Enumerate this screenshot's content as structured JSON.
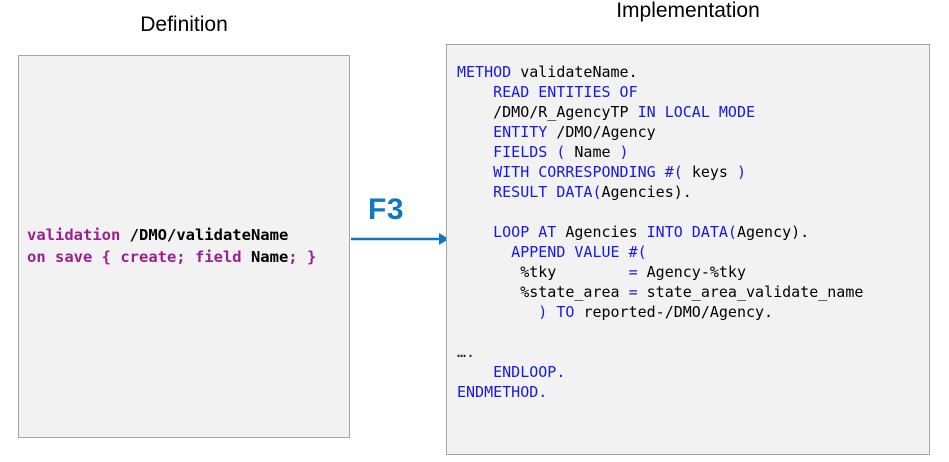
{
  "diagram": {
    "left_panel": {
      "title": "Definition",
      "code_lines": [
        [
          {
            "t": "validation ",
            "c": "purple"
          },
          {
            "t": "/DMO/validateName",
            "c": "black"
          }
        ],
        [
          {
            "t": "on save { create; field ",
            "c": "purple"
          },
          {
            "t": "Name",
            "c": "black"
          },
          {
            "t": "; }",
            "c": "purple"
          }
        ]
      ],
      "plain_text": "validation /DMO/validateName\non save { create; field Name; }"
    },
    "right_panel": {
      "title": "Implementation",
      "code_lines": [
        [
          {
            "t": "METHOD ",
            "c": "blue"
          },
          {
            "t": "validateName.",
            "c": "black"
          }
        ],
        [
          {
            "t": "    READ ENTITIES OF",
            "c": "blue"
          }
        ],
        [
          {
            "t": "    ",
            "c": "blue"
          },
          {
            "t": "/DMO/R_AgencyTP ",
            "c": "black"
          },
          {
            "t": "IN LOCAL MODE",
            "c": "blue"
          }
        ],
        [
          {
            "t": "    ENTITY ",
            "c": "blue"
          },
          {
            "t": "/DMO/Agency",
            "c": "black"
          }
        ],
        [
          {
            "t": "    FIELDS ( ",
            "c": "blue"
          },
          {
            "t": "Name",
            "c": "black"
          },
          {
            "t": " )",
            "c": "blue"
          }
        ],
        [
          {
            "t": "    WITH CORRESPONDING #( ",
            "c": "blue"
          },
          {
            "t": "keys",
            "c": "black"
          },
          {
            "t": " )",
            "c": "blue"
          }
        ],
        [
          {
            "t": "    RESULT DATA(",
            "c": "blue"
          },
          {
            "t": "Agencies).",
            "c": "black"
          }
        ],
        [
          {
            "t": "",
            "c": "black"
          }
        ],
        [
          {
            "t": "    LOOP AT ",
            "c": "blue"
          },
          {
            "t": "Agencies ",
            "c": "black"
          },
          {
            "t": "INTO DATA(",
            "c": "blue"
          },
          {
            "t": "Agency).",
            "c": "black"
          }
        ],
        [
          {
            "t": "      APPEND VALUE #(",
            "c": "blue"
          }
        ],
        [
          {
            "t": "       %tky        ",
            "c": "black"
          },
          {
            "t": "=",
            "c": "blue"
          },
          {
            "t": " Agency-%tky",
            "c": "black"
          }
        ],
        [
          {
            "t": "       %state_area ",
            "c": "black"
          },
          {
            "t": "=",
            "c": "blue"
          },
          {
            "t": " state_area_validate_name",
            "c": "black"
          }
        ],
        [
          {
            "t": "         ) TO ",
            "c": "blue"
          },
          {
            "t": "reported-/DMO/Agency.",
            "c": "black"
          }
        ],
        [
          {
            "t": "",
            "c": "black"
          }
        ],
        [
          {
            "t": "….",
            "c": "dots"
          }
        ],
        [
          {
            "t": "    ENDLOOP.",
            "c": "blue"
          }
        ],
        [
          {
            "t": "ENDMETHOD.",
            "c": "blue"
          }
        ]
      ],
      "plain_text": "METHOD validateName.\n    READ ENTITIES OF\n    /DMO/R_AgencyTP IN LOCAL MODE\n    ENTITY /DMO/Agency\n    FIELDS ( Name )\n    WITH CORRESPONDING #( keys )\n    RESULT DATA(Agencies).\n\n    LOOP AT Agencies INTO DATA(Agency).\n      APPEND VALUE #(\n       %tky        = Agency-%tky\n       %state_area = state_area_validate_name\n         ) TO reported-/DMO/Agency.\n\n….\n    ENDLOOP.\nENDMETHOD."
    },
    "transition": {
      "label": "F3",
      "arrow_name": "arrow-right",
      "color": "#1077c3"
    },
    "colors": {
      "keyword_purple": "#9b1f8f",
      "keyword_blue": "#1717e8",
      "identifier_black": "#000000",
      "panel_background": "#f2f2f2",
      "panel_border": "#a6a6a6",
      "accent": "#1077c3"
    }
  }
}
